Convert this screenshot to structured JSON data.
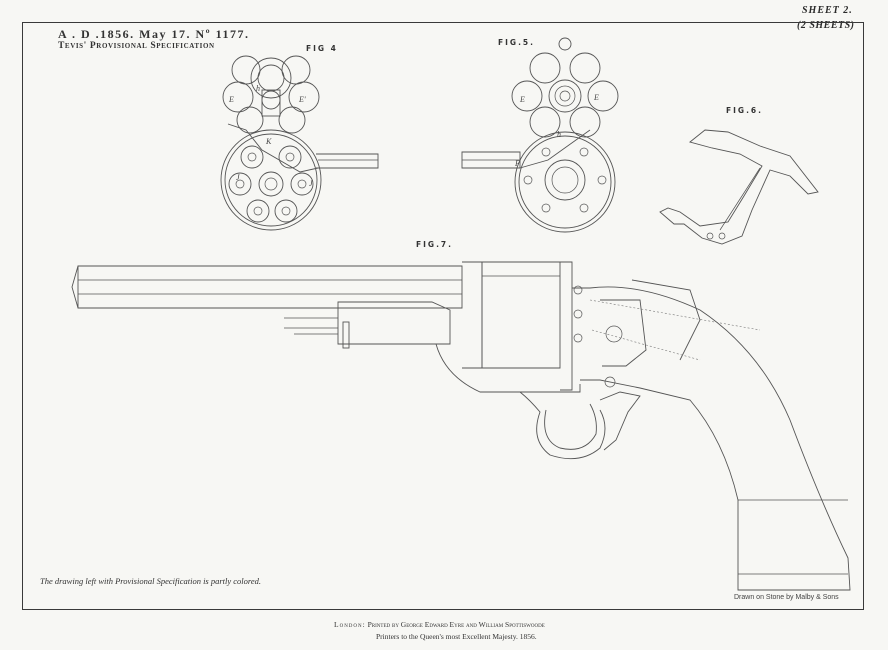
{
  "header": {
    "line1": "A . D .1856. May 17. Nº 1177.",
    "line2": "Tevis' Provisional Specification"
  },
  "sheet": {
    "number": "SHEET 2.",
    "count": "(2 SHEETS)"
  },
  "figures": {
    "fig4": "FIG 4",
    "fig5": "FIG.5.",
    "fig6": "FIG.6.",
    "fig7": "FIG.7."
  },
  "part_letters": {
    "e": "E",
    "e_prime": "E'",
    "h": "h",
    "k": "K",
    "j": "J",
    "f": "F"
  },
  "footer": {
    "note": "The drawing left with Provisional Specification is partly colored.",
    "drawn_by": "Drawn on Stone by Malby & Sons",
    "imprint_lead": "London:",
    "imprint_printed": "Printed by George Edward Eyre and William Spottiswoode",
    "imprint_line2": "Printers to the Queen's most Excellent Majesty. 1856."
  },
  "colors": {
    "paper": "#f7f7f4",
    "ink": "#555555",
    "frame": "#3a3a3a"
  }
}
